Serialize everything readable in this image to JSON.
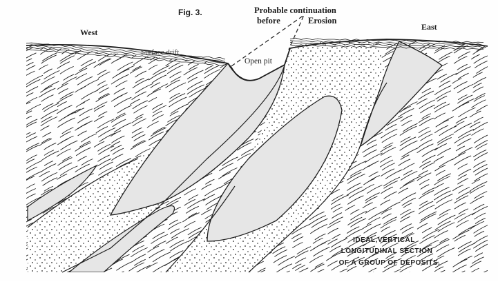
{
  "figure": {
    "fig_number": "Fig. 3.",
    "continuation_label_line1": "Probable continuation",
    "continuation_label_line2_left": "before",
    "continuation_label_line2_right": "Erosion",
    "west_label": "West",
    "east_label": "East",
    "surface_drift_label": "Surface drift",
    "open_pit_label": "Open pit",
    "caption_line1": "IDEAL,VERTICAL",
    "caption_line2": "LONGITUDINAL SECTION",
    "caption_line3": "OF A GROUP OF DEPOSITS."
  },
  "colors": {
    "ink": "#1e1e1e",
    "paper": "#fefefe",
    "ore_body_shade": "#e6e6e6",
    "dotted_rock": "#ffffff"
  }
}
